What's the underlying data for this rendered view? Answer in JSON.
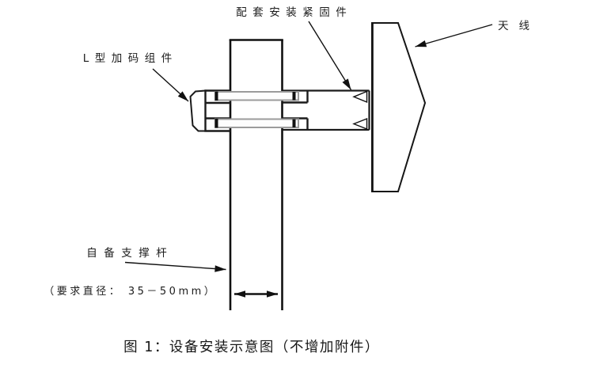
{
  "figure": {
    "caption": "图 1：设备安装示意图（不增加附件）",
    "labels": {
      "fastener": "配套安装紧固件",
      "antenna": "天线",
      "l_bracket": "L型加码组件",
      "support_pole": "自备支撑杆",
      "pole_diameter_note": "（要求直径： 35－50mm）"
    },
    "colors": {
      "ink": "#161616",
      "bolt_outline_gray": "#9b9b9b",
      "background": "#ffffff"
    }
  }
}
